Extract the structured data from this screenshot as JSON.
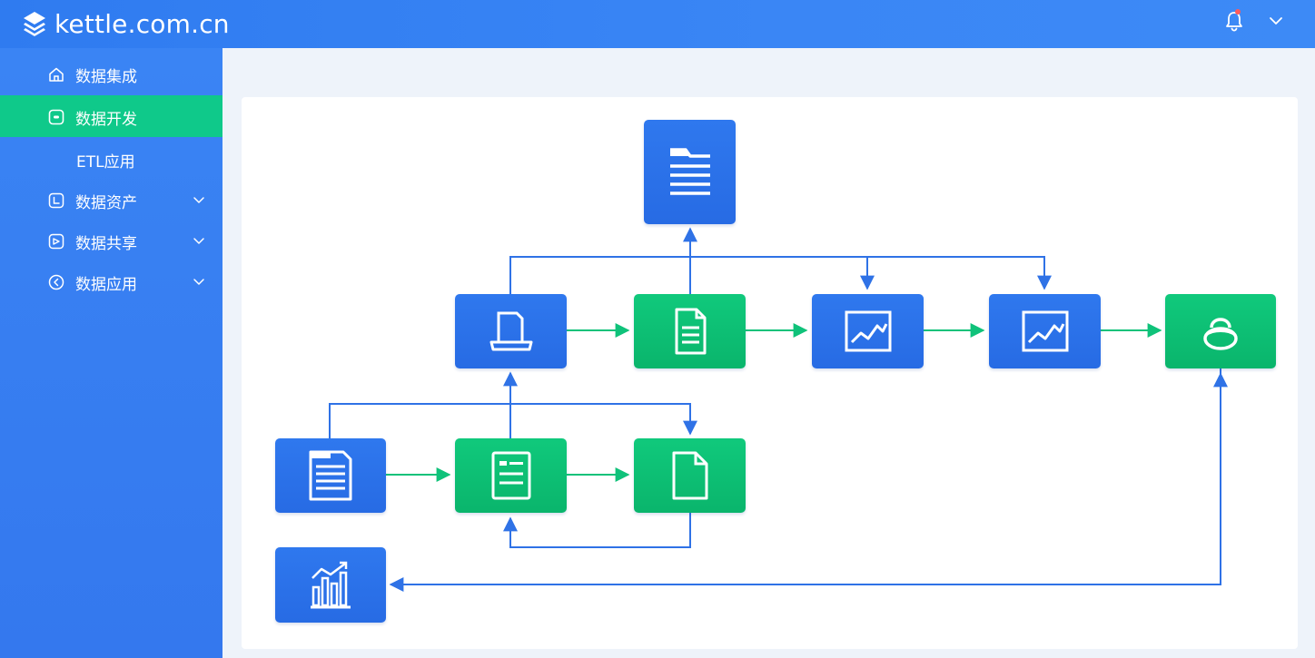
{
  "header": {
    "brand": "kettle.com.cn",
    "logo_icon": "layers-logo-icon",
    "notification_icon": "bell-icon",
    "menu_icon": "chevron-down-icon",
    "accent_color": "#3a86f5"
  },
  "sidebar": {
    "items": [
      {
        "label": "数据集成",
        "icon": "home-icon",
        "active": false,
        "expandable": false
      },
      {
        "label": "数据开发",
        "icon": "code-box-icon",
        "active": true,
        "expandable": false
      },
      {
        "label": "ETL应用",
        "icon": "",
        "active": false,
        "expandable": false,
        "sub": true
      },
      {
        "label": "数据资产",
        "icon": "asset-icon",
        "active": false,
        "expandable": true
      },
      {
        "label": "数据共享",
        "icon": "share-icon",
        "active": false,
        "expandable": true
      },
      {
        "label": "数据应用",
        "icon": "app-circle-icon",
        "active": false,
        "expandable": true
      }
    ],
    "active_color": "#0fc98a"
  },
  "workflow": {
    "nodes": [
      {
        "id": "output-document",
        "color": "blue",
        "icon": "document-icon"
      },
      {
        "id": "printer-input",
        "color": "blue",
        "icon": "printer-icon"
      },
      {
        "id": "transform-doc",
        "color": "green",
        "icon": "file-lines-icon"
      },
      {
        "id": "analysis-1",
        "color": "blue",
        "icon": "line-chart-icon"
      },
      {
        "id": "analysis-2",
        "color": "blue",
        "icon": "line-chart-icon"
      },
      {
        "id": "sink",
        "color": "green",
        "icon": "database-ring-icon"
      },
      {
        "id": "source-doc",
        "color": "blue",
        "icon": "document-icon"
      },
      {
        "id": "form-step",
        "color": "green",
        "icon": "form-icon"
      },
      {
        "id": "file-step",
        "color": "green",
        "icon": "file-icon"
      },
      {
        "id": "report",
        "color": "blue",
        "icon": "bar-chart-icon"
      }
    ],
    "colors": {
      "blue": "#2a70e8",
      "green": "#0fc27a",
      "link": "#2f72e6"
    }
  }
}
